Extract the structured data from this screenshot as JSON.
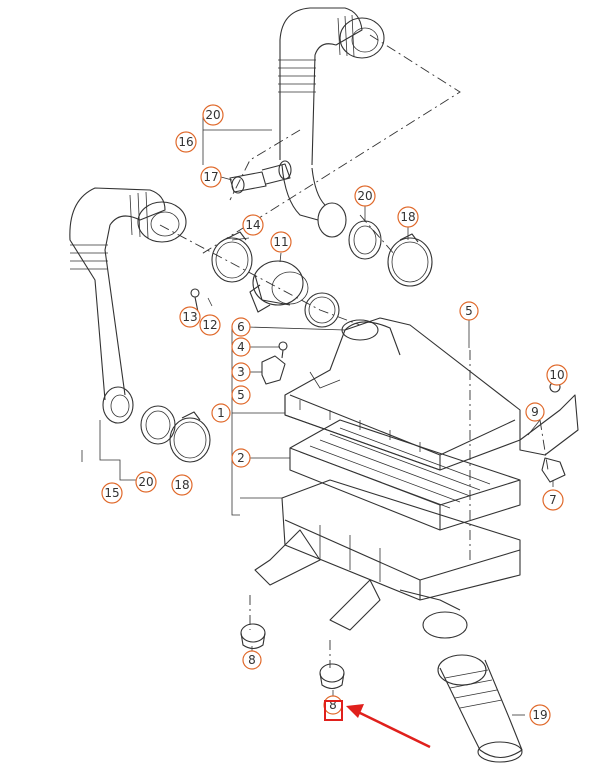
{
  "colors": {
    "callout_stroke": "#e06a2c",
    "line": "#333333",
    "highlight": "#e0201c"
  },
  "callouts": [
    {
      "id": "c20a",
      "label": "20"
    },
    {
      "id": "c16",
      "label": "16"
    },
    {
      "id": "c17",
      "label": "17"
    },
    {
      "id": "c14",
      "label": "14"
    },
    {
      "id": "c11",
      "label": "11"
    },
    {
      "id": "c20b",
      "label": "20"
    },
    {
      "id": "c18a",
      "label": "18"
    },
    {
      "id": "c13",
      "label": "13"
    },
    {
      "id": "c12",
      "label": "12"
    },
    {
      "id": "c6",
      "label": "6"
    },
    {
      "id": "c4",
      "label": "4"
    },
    {
      "id": "c3",
      "label": "3"
    },
    {
      "id": "c5a",
      "label": "5"
    },
    {
      "id": "c1",
      "label": "1"
    },
    {
      "id": "c5b",
      "label": "5"
    },
    {
      "id": "c10",
      "label": "10"
    },
    {
      "id": "c9",
      "label": "9"
    },
    {
      "id": "c7",
      "label": "7"
    },
    {
      "id": "c2",
      "label": "2"
    },
    {
      "id": "c20c",
      "label": "20"
    },
    {
      "id": "c18b",
      "label": "18"
    },
    {
      "id": "c15",
      "label": "15"
    },
    {
      "id": "c8a",
      "label": "8"
    },
    {
      "id": "c8b",
      "label": "8"
    },
    {
      "id": "c19",
      "label": "19"
    }
  ]
}
